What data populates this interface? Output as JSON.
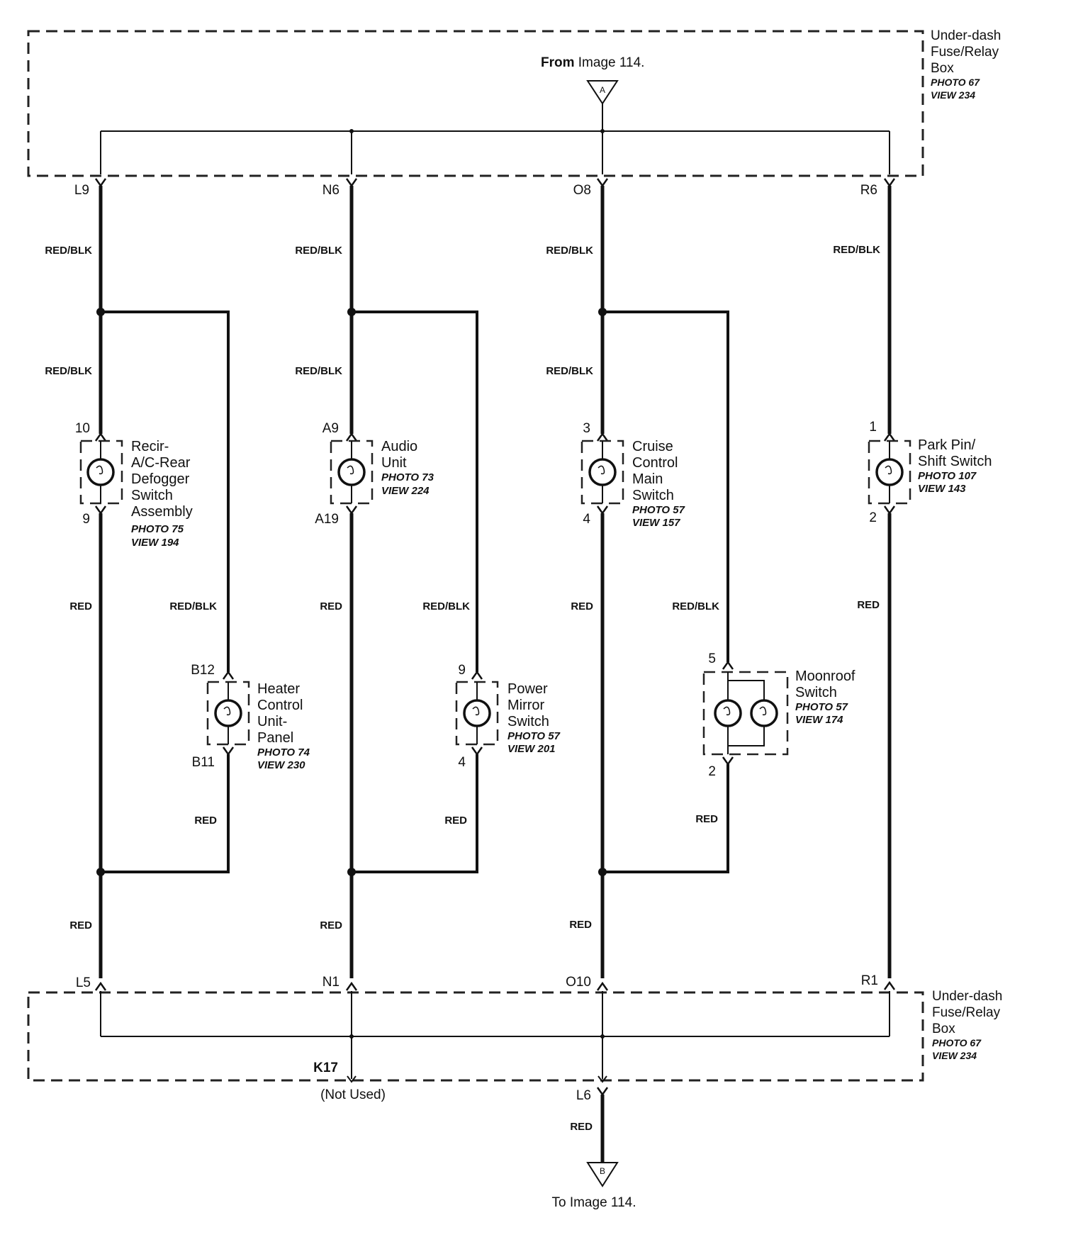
{
  "fuse_box_top": {
    "name_lines": [
      "Under-dash",
      "Fuse/Relay",
      "Box"
    ],
    "photo": "PHOTO 67",
    "view": "VIEW 234"
  },
  "fuse_box_bottom": {
    "name_lines": [
      "Under-dash",
      "Fuse/Relay",
      "Box"
    ],
    "photo": "PHOTO 67",
    "view": "VIEW 234"
  },
  "from_text": {
    "bold": "From",
    "rest": "Image 114."
  },
  "to_text": "To Image 114.",
  "connector_a": "A",
  "connector_b": "B",
  "top_terminals": [
    "L9",
    "N6",
    "O8",
    "R6"
  ],
  "bottom_terminals": [
    "L5",
    "N1",
    "O10",
    "R1"
  ],
  "k17": "K17",
  "not_used": "(Not Used)",
  "l6": "L6",
  "l6_wire": "RED",
  "columns": [
    {
      "wire_top": "RED/BLK",
      "wire_mid": "RED/BLK",
      "wire_low": "RED",
      "wire_bottom": "RED",
      "switch": {
        "pin_in": "10",
        "pin_out": "9",
        "name_lines": [
          "Recir-",
          "A/C-Rear",
          "Defogger",
          "Switch",
          "Assembly"
        ],
        "photo": "PHOTO 75",
        "view": "VIEW 194"
      },
      "branch_wire_top": "RED/BLK",
      "branch_wire_bottom": "RED",
      "branch_switch": {
        "pin_in": "B12",
        "pin_out": "B11",
        "name_lines": [
          "Heater",
          "Control",
          "Unit-",
          "Panel"
        ],
        "photo": "PHOTO 74",
        "view": "VIEW 230"
      }
    },
    {
      "wire_top": "RED/BLK",
      "wire_mid": "RED/BLK",
      "wire_low": "RED",
      "wire_bottom": "RED",
      "switch": {
        "pin_in": "A9",
        "pin_out": "A19",
        "name_lines": [
          "Audio",
          "Unit"
        ],
        "photo": "PHOTO 73",
        "view": "VIEW 224"
      },
      "branch_wire_top": "RED/BLK",
      "branch_wire_bottom": "RED",
      "branch_switch": {
        "pin_in": "9",
        "pin_out": "4",
        "name_lines": [
          "Power",
          "Mirror",
          "Switch"
        ],
        "photo": "PHOTO 57",
        "view": "VIEW 201"
      }
    },
    {
      "wire_top": "RED/BLK",
      "wire_mid": "RED/BLK",
      "wire_low": "RED",
      "wire_bottom": "RED",
      "switch": {
        "pin_in": "3",
        "pin_out": "4",
        "name_lines": [
          "Cruise",
          "Control",
          "Main",
          "Switch"
        ],
        "photo": "PHOTO 57",
        "view": "VIEW 157"
      },
      "branch_wire_top": "RED/BLK",
      "branch_wire_bottom": "RED",
      "branch_switch": {
        "pin_in": "5",
        "pin_out": "2",
        "name_lines": [
          "Moonroof",
          "Switch"
        ],
        "photo": "PHOTO 57",
        "view": "VIEW 174"
      }
    },
    {
      "wire_top": "RED/BLK",
      "wire_mid": "",
      "wire_low": "RED",
      "wire_bottom": "",
      "switch": {
        "pin_in": "1",
        "pin_out": "2",
        "name_lines": [
          "Park Pin/",
          "Shift Switch"
        ],
        "photo": "PHOTO 107",
        "view": "VIEW 143"
      }
    }
  ]
}
